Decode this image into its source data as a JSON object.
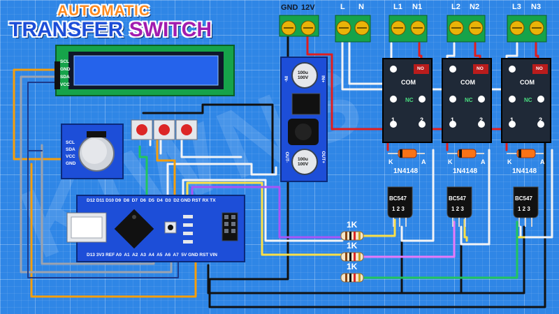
{
  "title": {
    "line1": "AUTOMATIC",
    "line2a": "TRANSFER",
    "line2b": "SWITCH"
  },
  "watermark": "KIWNS",
  "terminals": [
    {
      "labels": [
        "GND",
        "12V"
      ]
    },
    {
      "labels": [
        "L",
        "N"
      ]
    },
    {
      "labels": [
        "L1",
        "N1"
      ]
    },
    {
      "labels": [
        "L2",
        "N2"
      ]
    },
    {
      "labels": [
        "L3",
        "N3"
      ]
    }
  ],
  "lcd": {
    "pins": [
      "SCL",
      "GND",
      "SDA",
      "VCC"
    ]
  },
  "rtc": {
    "pins": [
      "SCL",
      "SDA",
      "VCC",
      "GND"
    ]
  },
  "converter": {
    "cap_top": "100u\n100V",
    "cap_bottom": "100u\n100V",
    "in_minus": "IN-",
    "in_plus": "IN+",
    "out_minus": "OUT-",
    "out_plus": "OUT+"
  },
  "relay": {
    "no": "NO",
    "com": "COM",
    "nc": "NC",
    "coil1": "1",
    "coil2": "2"
  },
  "diode": {
    "label": "1N4148",
    "k": "K",
    "a": "A"
  },
  "transistor": {
    "label": "BC547",
    "pins": "1 2 3"
  },
  "resistor": {
    "label": "1K"
  },
  "nano": {
    "top_pins": "D12 D11 D10 D9  D8  D7  D6  D5  D4  D3  D2 GND RST RX TX",
    "bottom_pins": "D13 3V3 REF A0  A1  A2  A3  A4  A5  A6  A7  5V GND RST VIN"
  },
  "colors": {
    "background": "#2f86e6",
    "terminal": "#16a34a",
    "relay": "#1f2937",
    "nano": "#1d4ed8",
    "lcd_screen": "#1e40af"
  }
}
